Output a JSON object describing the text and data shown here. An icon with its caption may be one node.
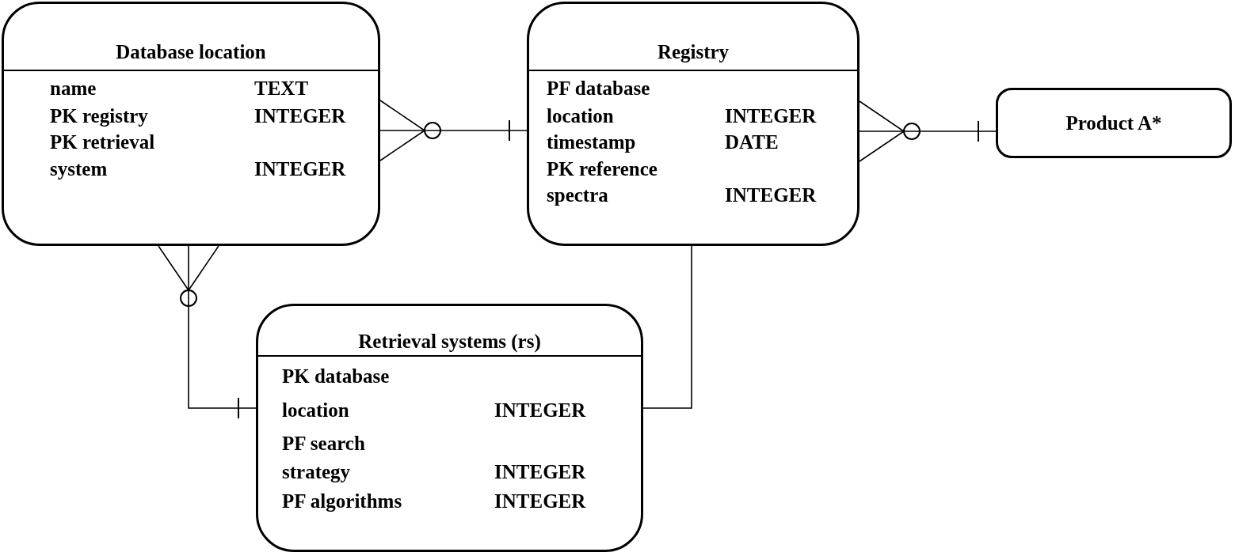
{
  "diagram": {
    "nodes": [
      {
        "text": [
          "Database location",
          "name",
          "TEXT",
          "PK registry",
          "INTEGER",
          "PK retrieval",
          "system",
          "INTEGER"
        ]
      },
      {
        "text": [
          "Registry",
          "PF database",
          "location",
          "INTEGER",
          "timestamp",
          "DATE",
          "PK reference",
          "spectra",
          "INTEGER"
        ]
      },
      {
        "text": [
          "Product A*"
        ]
      },
      {
        "text": [
          "Retrieval systems (rs)",
          "PK database",
          "location",
          "INTEGER",
          "PF search",
          "strategy",
          "INTEGER",
          "PF algorithms",
          "INTEGER"
        ]
      }
    ],
    "edges": [
      {
        "from": 0,
        "to": 1,
        "arrow": "other"
      },
      {
        "from": 1,
        "to": 2,
        "arrow": "other"
      },
      {
        "from": 0,
        "to": 3,
        "arrow": "other"
      },
      {
        "from": 1,
        "to": 3,
        "arrow": "none"
      }
    ]
  }
}
